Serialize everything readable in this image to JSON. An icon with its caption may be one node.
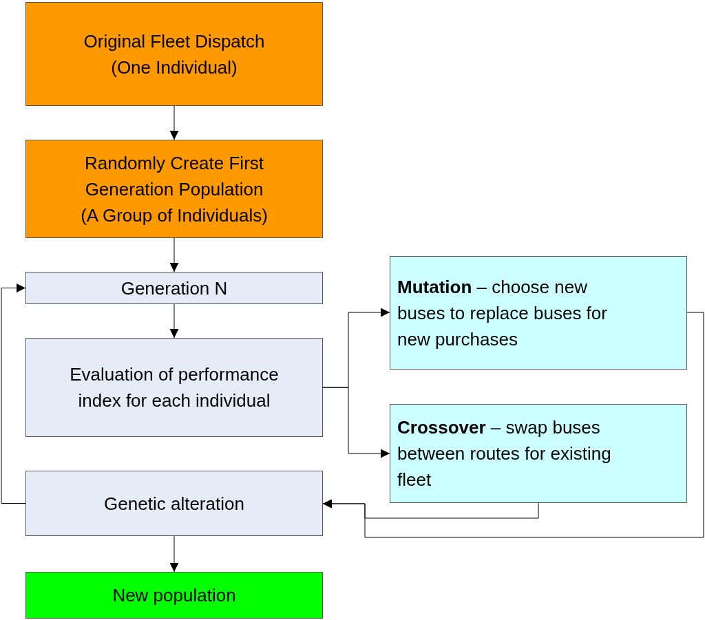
{
  "diagram": {
    "nodes": [
      {
        "text": [
          "Original Fleet Dispatch",
          "(One Individual)"
        ]
      },
      {
        "text": [
          "Randomly Create First Generation Population",
          "(A Group of Individuals)"
        ]
      },
      {
        "text": [
          "Generation N"
        ]
      },
      {
        "text": [
          "Evaluation of performance index for each individual"
        ]
      },
      {
        "text": [
          "**Mutation** – choose new buses to replace buses for new purchases"
        ]
      },
      {
        "text": [
          "**Crossover** – swap buses between routes for existing fleet"
        ]
      },
      {
        "text": [
          "Genetic alteration"
        ]
      },
      {
        "text": [
          "New population"
        ]
      }
    ],
    "edges": [
      {
        "from": 0,
        "to": 1,
        "arrow": "to"
      },
      {
        "from": 1,
        "to": 2,
        "arrow": "to"
      },
      {
        "from": 2,
        "to": 3,
        "arrow": "to"
      },
      {
        "from": 3,
        "to": 4,
        "arrow": "to"
      },
      {
        "from": 3,
        "to": 5,
        "arrow": "to"
      },
      {
        "from": 4,
        "to": 6,
        "arrow": "to"
      },
      {
        "from": 5,
        "to": 6,
        "arrow": "to"
      },
      {
        "from": 6,
        "to": 2,
        "arrow": "to"
      },
      {
        "from": 6,
        "to": 7,
        "arrow": "to"
      }
    ]
  }
}
